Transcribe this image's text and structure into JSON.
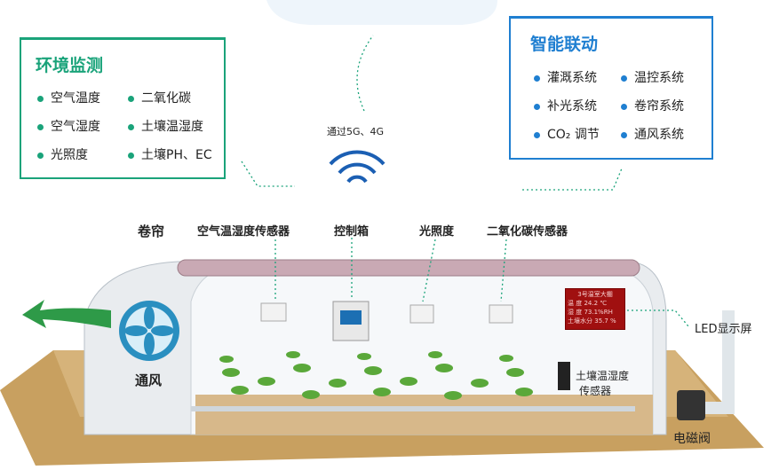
{
  "monitor": {
    "title": "环境监测",
    "color": "#1aa37a",
    "items": [
      "空气温度",
      "二氧化碳",
      "空气湿度",
      "土壤温湿度",
      "光照度",
      "土壤PH、EC"
    ]
  },
  "linkage": {
    "title": "智能联动",
    "color": "#1f7fd1",
    "items": [
      "灌溉系统",
      "温控系统",
      "补光系统",
      "卷帘系统",
      "CO₂ 调节",
      "通风系统"
    ]
  },
  "network": {
    "label": "通过5G、4G"
  },
  "labels": {
    "curtain": "卷帘",
    "air_sensor": "空气温湿度传感器",
    "control_box": "控制箱",
    "light": "光照度",
    "co2": "二氧化碳传感器",
    "led": "LED显示屏",
    "fan": "通风",
    "soil_sensor": "土壤温湿度\n传感器",
    "soil_1": "土壤温湿度",
    "soil_2": "传感器",
    "valve": "电磁阀"
  },
  "led_display": {
    "title": "3号温室大棚",
    "rows": [
      [
        "温 度",
        "24.2 ℃"
      ],
      [
        "湿 度",
        "73.1%RH"
      ],
      [
        "土壤水分",
        "35.7 %"
      ]
    ]
  }
}
